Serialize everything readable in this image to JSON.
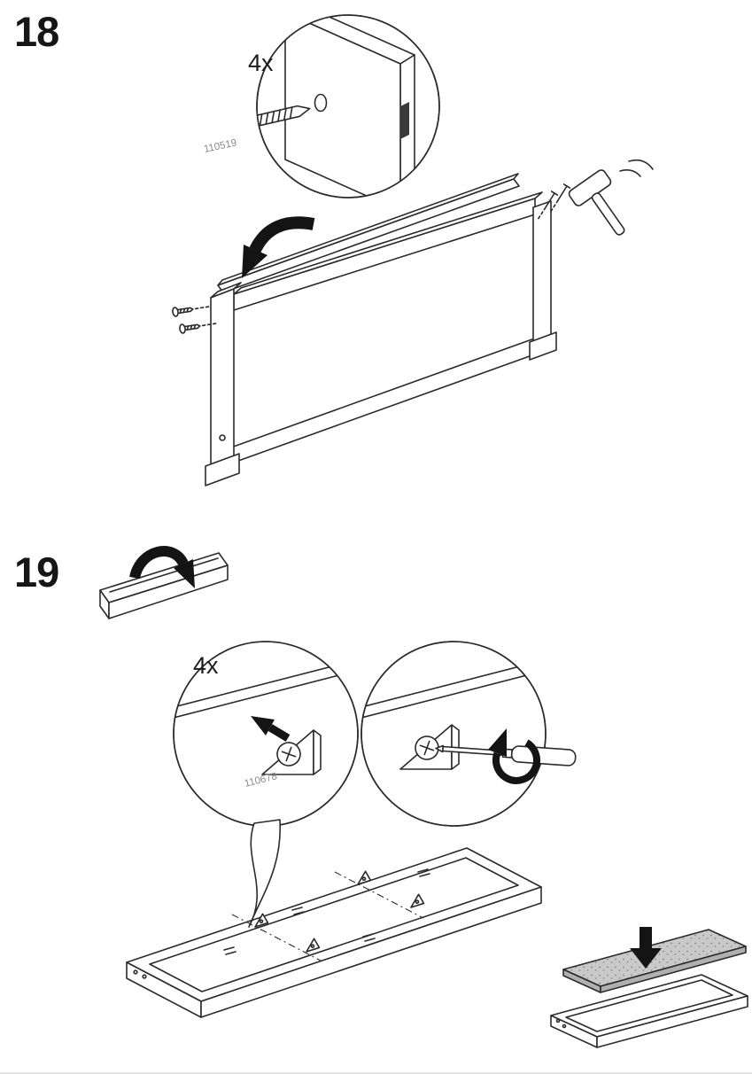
{
  "document": {
    "background_color": "#ffffff",
    "line_color": "#2b2b2b",
    "arrow_color": "#141414",
    "part_label_color": "#8a8a8a"
  },
  "steps": [
    {
      "number": "18",
      "callout": {
        "quantity": "4x",
        "part_number": "110519"
      }
    },
    {
      "number": "19",
      "callout": {
        "quantity": "4x",
        "part_number": "110678"
      }
    }
  ]
}
